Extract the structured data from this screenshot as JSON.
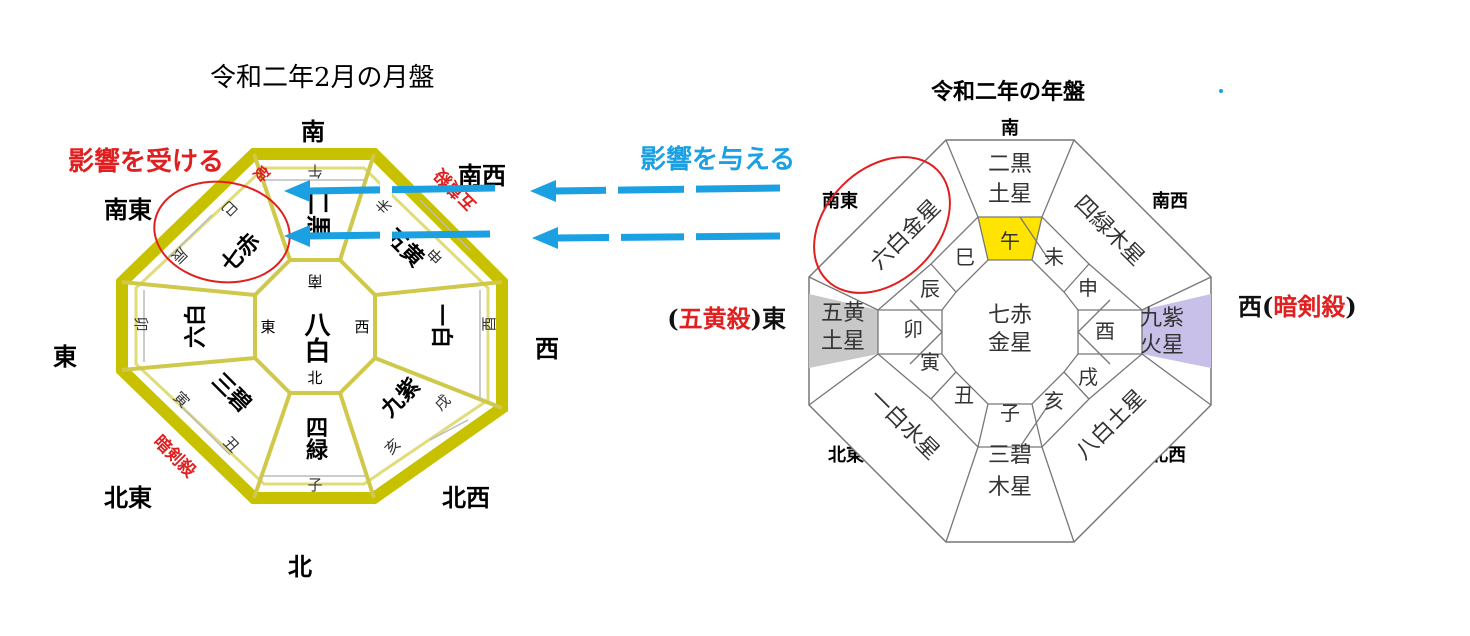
{
  "colors": {
    "octagon_frame": "#c8c100",
    "octagon_inner_line": "#cfc84a",
    "wedge_line": "#999999",
    "highlight_red": "#e02020",
    "arrow_blue": "#1ba1e2",
    "uma_yellow": "#ffe400",
    "gohou_gray": "#c8c8c8",
    "west_purple": "#c8c0e8"
  },
  "left_diagram": {
    "title": "令和二年2月の月盤",
    "directions": {
      "south": "南",
      "southwest": "南西",
      "west": "西",
      "northwest": "北西",
      "north": "北",
      "northeast": "北東",
      "east": "東",
      "southeast": "南東"
    },
    "center_star": "八白",
    "inner_labels": {
      "south": "南",
      "west": "西",
      "north": "北",
      "east": "東"
    },
    "stars": {
      "south": "二黒",
      "southwest": "五黄",
      "west": "一白",
      "northwest": "九紫",
      "north": "四緑",
      "northeast": "三碧",
      "east": "六白",
      "southeast": "七赤"
    },
    "branches": {
      "uma": "午",
      "hitsuji": "未",
      "saru": "申",
      "tori": "酉",
      "inu": "戌",
      "i": "亥",
      "ne": "子",
      "ushi": "丑",
      "tora": "寅",
      "u": "卯",
      "tatsu": "辰",
      "mi": "巳"
    },
    "stamp_southwest": "五黄殺",
    "stamp_southeast": "破",
    "stamp_northeast": "暗剣殺",
    "receive_label": "影響を受ける"
  },
  "arrow_label": "影響を与える",
  "right_diagram": {
    "title": "令和二年の年盤",
    "directions": {
      "south": "南",
      "southwest": "南西",
      "west": "西",
      "west_suffix": "暗剣殺",
      "northwest": "北西",
      "north": "北",
      "northeast": "北東",
      "east": "東",
      "east_prefix": "五黄殺",
      "southeast": "南東"
    },
    "center_star": [
      "七赤",
      "金星"
    ],
    "stars": {
      "south": [
        "二黒",
        "土星"
      ],
      "southwest": "四緑木星",
      "west": [
        "九紫",
        "火星"
      ],
      "northwest": "八白土星",
      "north": [
        "三碧",
        "木星"
      ],
      "northeast": "一白水星",
      "east": [
        "五黄",
        "土星"
      ],
      "southeast": "六白金星"
    },
    "branches": {
      "uma": "午",
      "hitsuji": "未",
      "saru": "申",
      "tori": "酉",
      "inu": "戌",
      "i": "亥",
      "ne": "子",
      "ushi": "丑",
      "tora": "寅",
      "u": "卯",
      "tatsu": "辰",
      "mi": "巳"
    }
  }
}
